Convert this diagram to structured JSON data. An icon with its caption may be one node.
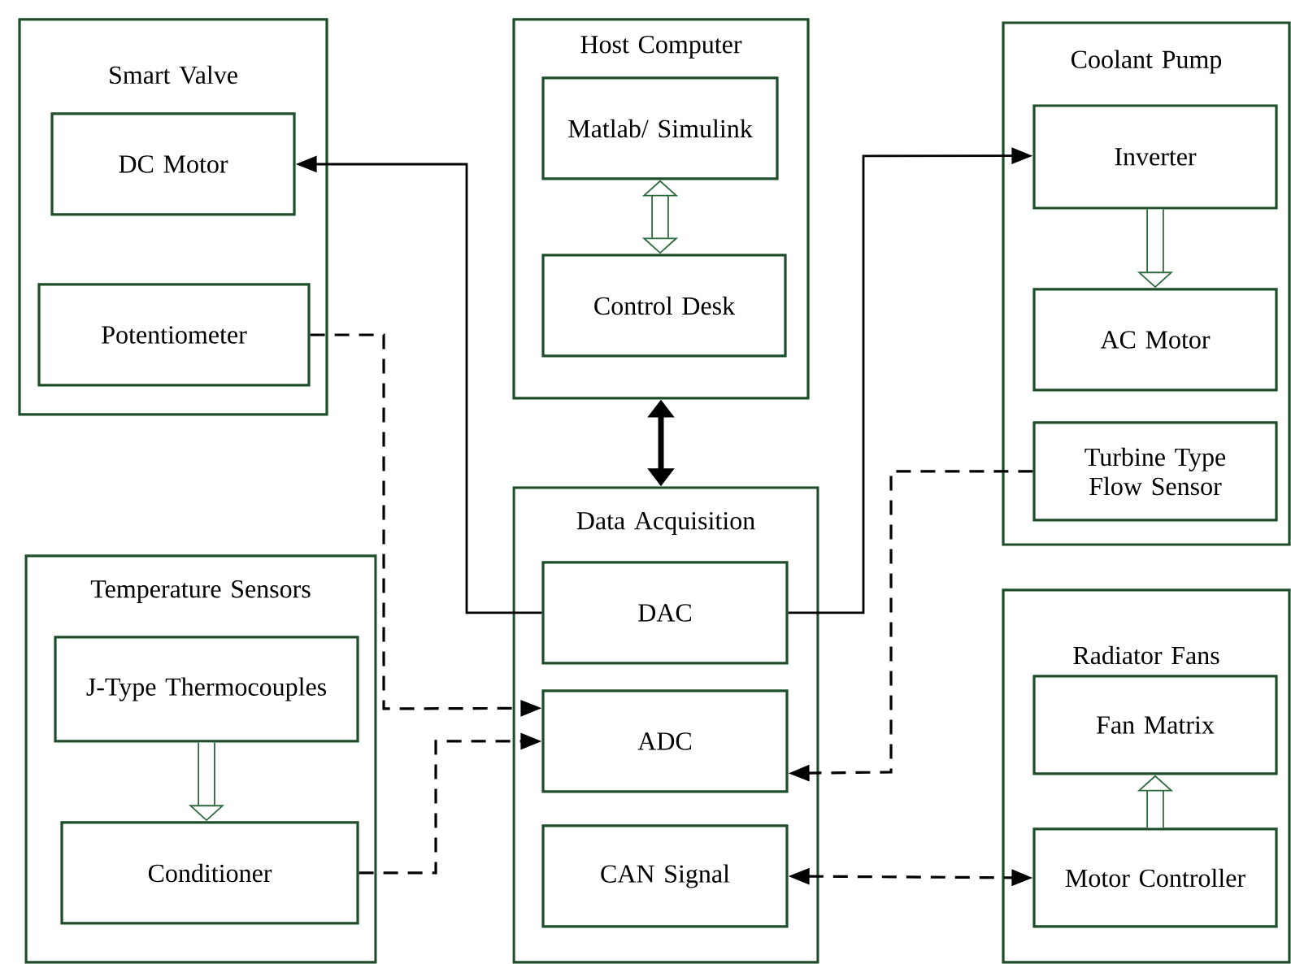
{
  "diagram": {
    "nodes": [
      {
        "text": [
          "Smart Valve"
        ]
      },
      {
        "text": [
          "DC Motor"
        ],
        "in": 0
      },
      {
        "text": [
          "Potentiometer"
        ],
        "in": 0
      },
      {
        "text": [
          "Host Computer"
        ]
      },
      {
        "text": [
          "Matlab/ Simulink"
        ],
        "in": 3
      },
      {
        "text": [
          "Control Desk"
        ],
        "in": 3
      },
      {
        "text": [
          "Coolant Pump"
        ]
      },
      {
        "text": [
          "Inverter"
        ],
        "in": 6
      },
      {
        "text": [
          "AC Motor"
        ],
        "in": 6
      },
      {
        "text": [
          "Turbine Type Flow Sensor"
        ],
        "in": 6
      },
      {
        "text": [
          "Temperature Sensors"
        ]
      },
      {
        "text": [
          "J-Type Thermocouples"
        ],
        "in": 10
      },
      {
        "text": [
          "Conditioner"
        ],
        "in": 10
      },
      {
        "text": [
          "Data Acquisition"
        ]
      },
      {
        "text": [
          "DAC"
        ],
        "in": 13
      },
      {
        "text": [
          "ADC"
        ],
        "in": 13
      },
      {
        "text": [
          "CAN Signal"
        ],
        "in": 13
      },
      {
        "text": [
          "Radiator Fans"
        ]
      },
      {
        "text": [
          "Fan Matrix"
        ],
        "in": 17
      },
      {
        "text": [
          "Motor Controller"
        ],
        "in": 17
      }
    ],
    "edges": [
      {
        "from": 14,
        "to": 1,
        "arrow": "to"
      },
      {
        "from": 14,
        "to": 7,
        "arrow": "to"
      },
      {
        "from": 4,
        "to": 5,
        "arrow": "both",
        "style": "thick",
        "color": "#2f6b3f"
      },
      {
        "from": 3,
        "to": 13,
        "arrow": "both",
        "style": "thick"
      },
      {
        "from": 7,
        "to": 8,
        "arrow": "to",
        "style": "thick",
        "color": "#2f6b3f"
      },
      {
        "from": 11,
        "to": 12,
        "arrow": "to",
        "style": "thick",
        "color": "#2f6b3f"
      },
      {
        "from": 19,
        "to": 18,
        "arrow": "to",
        "style": "thick",
        "color": "#2f6b3f"
      },
      {
        "from": 2,
        "to": 15,
        "arrow": "to",
        "style": "dashed"
      },
      {
        "from": 12,
        "to": 15,
        "arrow": "to",
        "style": "dashed"
      },
      {
        "from": 9,
        "to": 15,
        "arrow": "to",
        "style": "dashed"
      },
      {
        "from": 16,
        "to": 19,
        "arrow": "both",
        "style": "dashed"
      }
    ]
  }
}
